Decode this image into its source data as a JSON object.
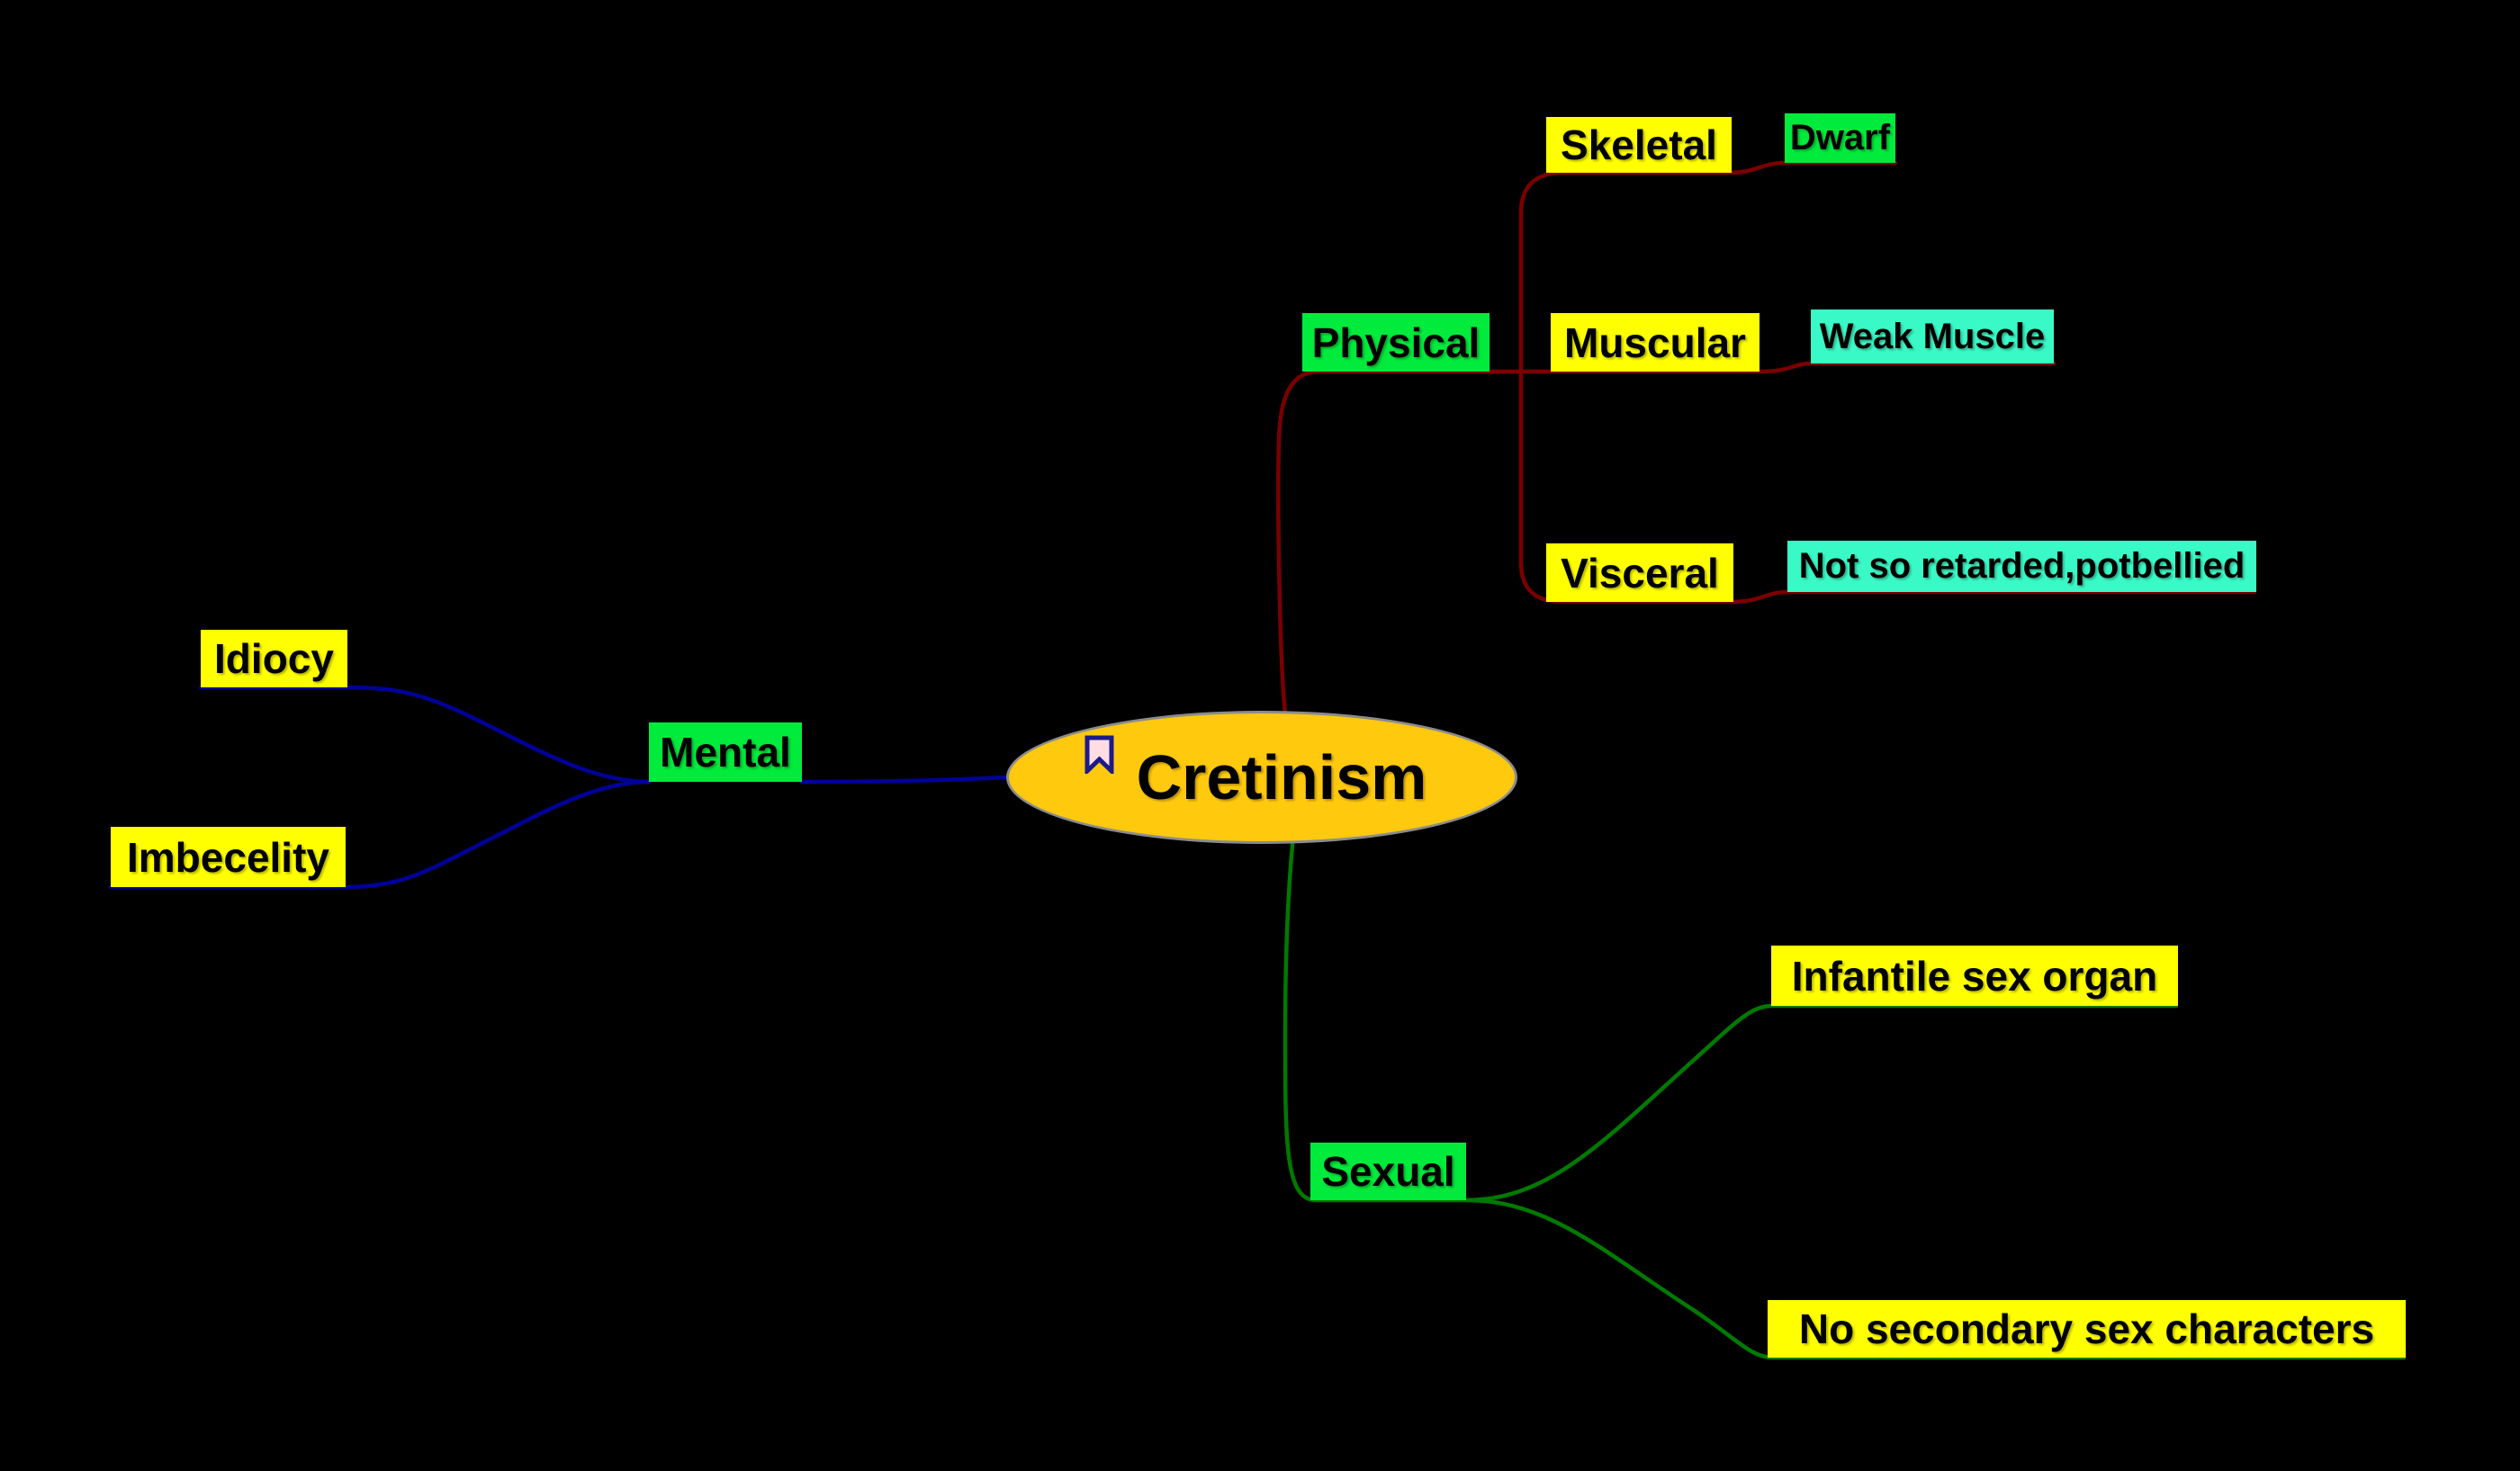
{
  "mindmap": {
    "root": {
      "label": "Cretinism",
      "icon": "bookmark-icon",
      "fill_color": "#ffc90e",
      "border_color": "#8c8c8c"
    },
    "branches": {
      "physical": {
        "label": "Physical",
        "line_color": "#7a0000",
        "children": {
          "skeletal": {
            "label": "Skeletal",
            "detail": {
              "label": "Dwarf"
            }
          },
          "muscular": {
            "label": "Muscular",
            "detail": {
              "label": "Weak Muscle"
            }
          },
          "visceral": {
            "label": "Visceral",
            "detail": {
              "label": "Not so retarded,potbellied"
            }
          }
        }
      },
      "mental": {
        "label": "Mental",
        "line_color": "#000099",
        "children": {
          "idiocy": {
            "label": "Idiocy"
          },
          "imbecelity": {
            "label": "Imbecelity"
          }
        }
      },
      "sexual": {
        "label": "Sexual",
        "line_color": "#007a00",
        "children": {
          "infantile": {
            "label": "Infantile sex organ"
          },
          "no_secondary": {
            "label": "No secondary sex characters"
          }
        }
      }
    },
    "node_colors": {
      "category_green": "#00eb3c",
      "leaf_yellow": "#ffff00",
      "detail_turquoise": "#39f9c6"
    },
    "background_color": "#000000"
  }
}
